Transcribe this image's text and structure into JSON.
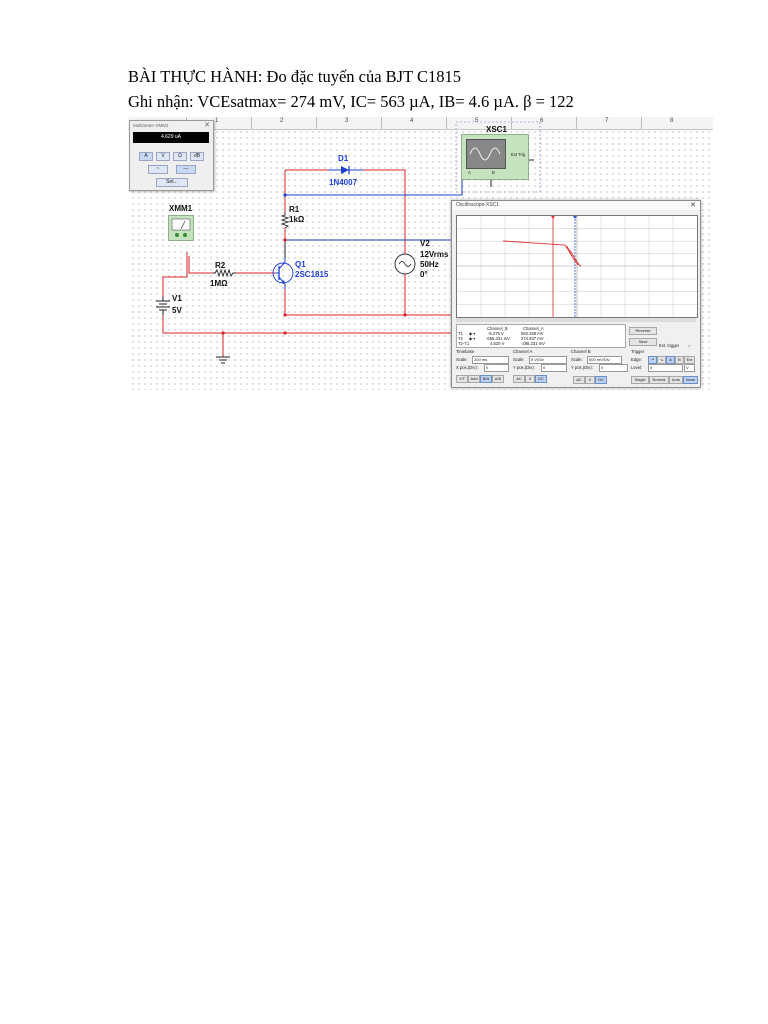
{
  "document": {
    "line1": "BÀI THỰC HÀNH: Đo đặc tuyến của BJT C1815",
    "line2": "Ghi nhận: VCEsatmax= 274 mV, IC= 563 µA, IB= 4.6 µA. β = 122"
  },
  "ruler": [
    "1",
    "2",
    "3",
    "4",
    "5",
    "6",
    "7",
    "8"
  ],
  "multimeter": {
    "title": "Multimeter-XMM1",
    "reading": "4.629 uA",
    "buttons": [
      "A",
      "V",
      "Ω",
      "dB"
    ],
    "mode_buttons": [
      "~",
      "—"
    ],
    "set_label": "Set..."
  },
  "circuit": {
    "xmm_label": "XMM1",
    "xsc_label": "XSC1",
    "ext_trig_label": "Ext Trig",
    "xsc_chan_a": "A",
    "xsc_chan_b": "B",
    "d1": {
      "name": "D1",
      "model": "1N4007"
    },
    "r1": {
      "name": "R1",
      "value": "1kΩ"
    },
    "r2": {
      "name": "R2",
      "value": "1MΩ"
    },
    "q1": {
      "name": "Q1",
      "model": "2SC1815"
    },
    "v1": {
      "name": "V1",
      "value": "5V"
    },
    "v2": {
      "name": "V2",
      "amplitude": "12Vrms",
      "frequency": "50Hz",
      "phase": "0°"
    }
  },
  "oscilloscope": {
    "title": "Oscilloscope-XSC1",
    "readout": {
      "col_b": "Channel_B",
      "col_a": "Channel_A",
      "rows": [
        {
          "label": "T1",
          "b": "-5.275 V",
          "a": "563.268 mV"
        },
        {
          "label": "T2",
          "b": "-655.431 mV",
          "a": "274.937 mV"
        },
        {
          "label": "T2-T1",
          "b": "4.620 V",
          "a": "-288.331 mV"
        }
      ]
    },
    "reverse_label": "Reverse",
    "save_label": "Save",
    "ext_trigger_label": "Ext. trigger",
    "timebase": {
      "title": "Timebase",
      "scale_label": "Scale:",
      "scale": "200 ms",
      "xpos_label": "X pos.(Div):",
      "xpos": "0"
    },
    "channel_a": {
      "title": "Channel A",
      "scale_label": "Scale:",
      "scale": "5 V/Div",
      "ypos_label": "Y pos.(Div):",
      "ypos": "0"
    },
    "channel_b": {
      "title": "Channel B",
      "scale_label": "Scale:",
      "scale": "500 mV/Div",
      "ypos_label": "Y pos.(Div):",
      "ypos": "0"
    },
    "trigger": {
      "title": "Trigger",
      "edge_label": "Edge:",
      "level_label": "Level:",
      "level": "0",
      "level_unit": "V",
      "edge_buttons": [
        "A",
        "B",
        "Ext"
      ]
    },
    "timebase_buttons": [
      "Y/T",
      "Add",
      "B/A",
      "A/B"
    ],
    "coupling_a": [
      "AC",
      "0",
      "DC"
    ],
    "coupling_b": [
      "AC",
      "0",
      "DC"
    ],
    "trigger_modes": [
      "Single",
      "Normal",
      "Auto",
      "None"
    ]
  }
}
